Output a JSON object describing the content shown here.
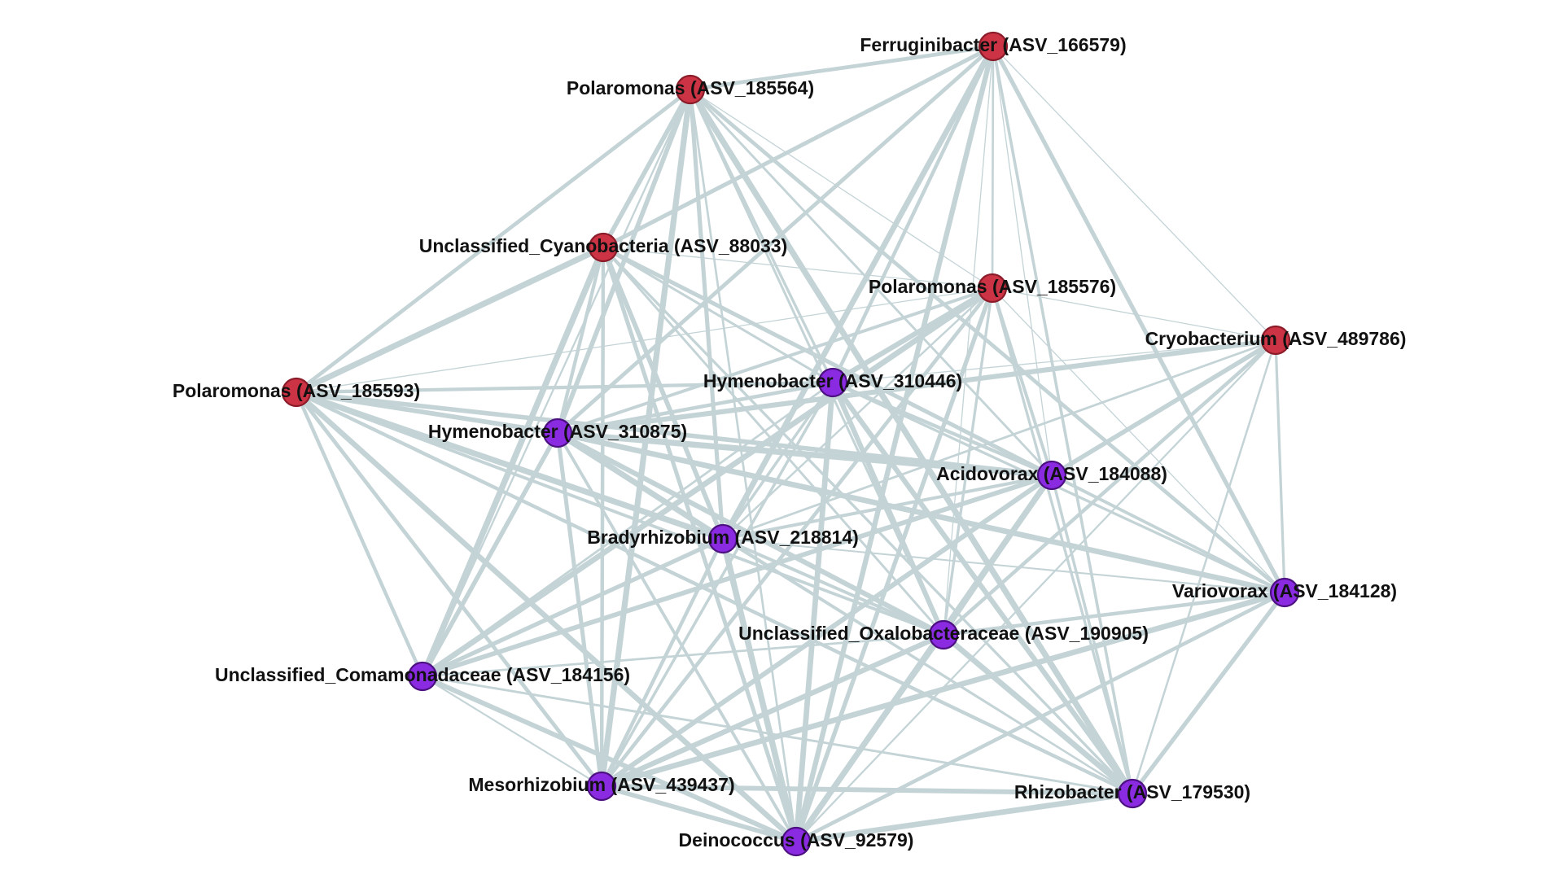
{
  "colors": {
    "edge": "#c3d3d6",
    "group_red": "#cc3344",
    "group_purple": "#8a2be2"
  },
  "nodes": [
    {
      "id": "n1",
      "label": "Ferruginibacter (ASV_166579)",
      "group": "red"
    },
    {
      "id": "n2",
      "label": "Polaromonas (ASV_185564)",
      "group": "red"
    },
    {
      "id": "n3",
      "label": "Unclassified_Cyanobacteria (ASV_88033)",
      "group": "red"
    },
    {
      "id": "n4",
      "label": "Polaromonas (ASV_185576)",
      "group": "red"
    },
    {
      "id": "n5",
      "label": "Cryobacterium (ASV_489786)",
      "group": "red"
    },
    {
      "id": "n6",
      "label": "Polaromonas (ASV_185593)",
      "group": "red"
    },
    {
      "id": "n7",
      "label": "Hymenobacter (ASV_310446)",
      "group": "purple"
    },
    {
      "id": "n8",
      "label": "Hymenobacter (ASV_310875)",
      "group": "purple"
    },
    {
      "id": "n9",
      "label": "Acidovorax (ASV_184088)",
      "group": "purple"
    },
    {
      "id": "n10",
      "label": "Bradyrhizobium (ASV_218814)",
      "group": "purple"
    },
    {
      "id": "n11",
      "label": "Variovorax (ASV_184128)",
      "group": "purple"
    },
    {
      "id": "n12",
      "label": "Unclassified_Oxalobacteraceae (ASV_190905)",
      "group": "purple"
    },
    {
      "id": "n13",
      "label": "Unclassified_Comamonadaceae (ASV_184156)",
      "group": "purple"
    },
    {
      "id": "n14",
      "label": "Mesorhizobium (ASV_439437)",
      "group": "purple"
    },
    {
      "id": "n15",
      "label": "Rhizobacter (ASV_179530)",
      "group": "purple"
    },
    {
      "id": "n16",
      "label": "Deinococcus (ASV_92579)",
      "group": "purple"
    }
  ]
}
